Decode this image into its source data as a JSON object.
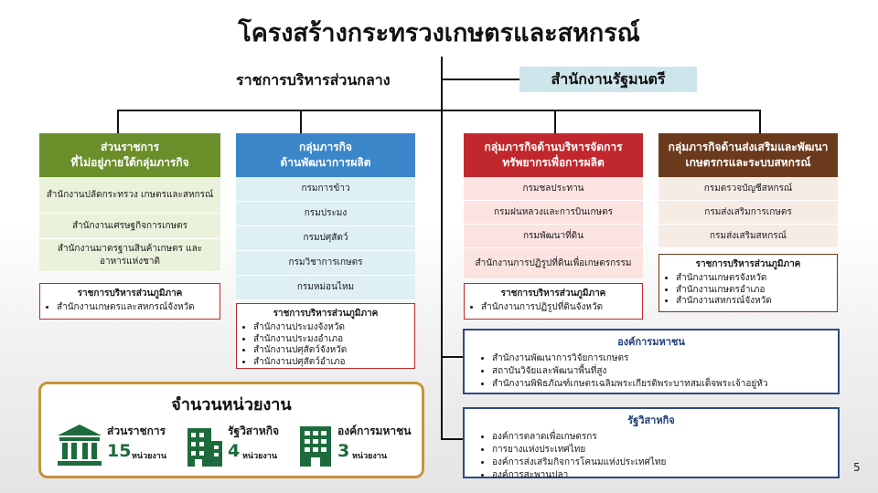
{
  "title": "โครงสร้างกระทรวงเกษตรและสหกรณ์",
  "central_admin": "ราชการบริหารส่วนกลาง",
  "pm_office": "สำนักงานรัฐมนตรี",
  "columns": [
    {
      "header": [
        "ส่วนราชการ",
        "ที่ไม่อยู่ภายใต้กลุ่มภารกิจ"
      ],
      "header_color": "#6a8f2a",
      "cell_color": "#ebf2dc",
      "items": [
        "สำนักงานปลัดกระทรวง เกษตรและสหกรณ์",
        "สำนักงานเศรษฐกิจการเกษตร",
        "สำนักงานมาตรฐานสินค้าเกษตร และอาหารแห่งชาติ"
      ],
      "regional_title": "ราชการบริหารส่วนภูมิภาค",
      "regional": [
        "สำนักงานเกษตรและสหกรณ์จังหวัด"
      ]
    },
    {
      "header": [
        "กลุ่มภารกิจ",
        "ด้านพัฒนาการผลิต"
      ],
      "header_color": "#3a86c8",
      "cell_color": "#dff0f4",
      "items": [
        "กรมการข้าว",
        "กรมประมง",
        "กรมปศุสัตว์",
        "กรมวิชาการเกษตร",
        "กรมหม่อนไหม"
      ],
      "regional_title": "ราชการบริหารส่วนภูมิภาค",
      "regional": [
        "สำนักงานประมงจังหวัด",
        "สำนักงานประมงอำเภอ",
        "สำนักงานปศุสัตว์จังหวัด",
        "สำนักงานปศุสัตว์อำเภอ"
      ]
    },
    {
      "header": [
        "กลุ่มภารกิจด้านบริหารจัดการ",
        "ทรัพยากรเพื่อการผลิต"
      ],
      "header_color": "#c0282d",
      "cell_color": "#fbe3e1",
      "items": [
        "กรมชลประทาน",
        "กรมฝนหลวงและการบินเกษตร",
        "กรมพัฒนาที่ดิน",
        "สำนักงานการปฏิรูปที่ดินเพื่อเกษตรกรรม"
      ],
      "regional_title": "ราชการบริหารส่วนภูมิภาค",
      "regional": [
        "สำนักงานการปฏิรูปที่ดินจังหวัด"
      ]
    },
    {
      "header": [
        "กลุ่มภารกิจด้านส่งเสริมและพัฒนา",
        "เกษตรกรและระบบสหกรณ์"
      ],
      "header_color": "#6b3a1c",
      "cell_color": "#f6ece6",
      "items": [
        "กรมตรวจบัญชีสหกรณ์",
        "กรมส่งเสริมการเกษตร",
        "กรมส่งเสริมสหกรณ์"
      ],
      "regional_title": "ราชการบริหารส่วนภูมิภาค",
      "regional": [
        "สำนักงานเกษตรจังหวัด",
        "สำนักงานเกษตรอำเภอ",
        "สำนักงานสหกรณ์จังหวัด"
      ]
    }
  ],
  "public_org": {
    "title": "องค์การมหาชน",
    "items": [
      "สำนักงานพัฒนาการวิจัยการเกษตร",
      "สถาบันวิจัยและพัฒนาพื้นที่สูง",
      "สำนักงานพิพิธภัณฑ์เกษตรเฉลิมพระเกียรติพระบาทสมเด็จพระเจ้าอยู่หัว"
    ]
  },
  "state_enterprise": {
    "title": "รัฐวิสาหกิจ",
    "items": [
      "องค์การตลาดเพื่อเกษตรกร",
      "การยางแห่งประเทศไทย",
      "องค์การส่งเสริมกิจการโคนมแห่งประเทศไทย",
      "องค์การสะพานปลา"
    ]
  },
  "summary": {
    "title": "จำนวนหน่วยงาน",
    "stats": [
      {
        "label": "ส่วนราชการ",
        "count": "15",
        "unit": "หน่วยงาน",
        "icon": "government-building-icon"
      },
      {
        "label": "รัฐวิสาหกิจ",
        "count": "4",
        "unit": "หน่วยงาน",
        "icon": "office-building-icon"
      },
      {
        "label": "องค์การมหาชน",
        "count": "3",
        "unit": "หน่วยงาน",
        "icon": "apartment-building-icon"
      }
    ]
  },
  "page_number": "5",
  "colors": {
    "accent_green": "#1d6b3c",
    "frame_gold": "#c6943a",
    "navy": "#2e4a86"
  }
}
